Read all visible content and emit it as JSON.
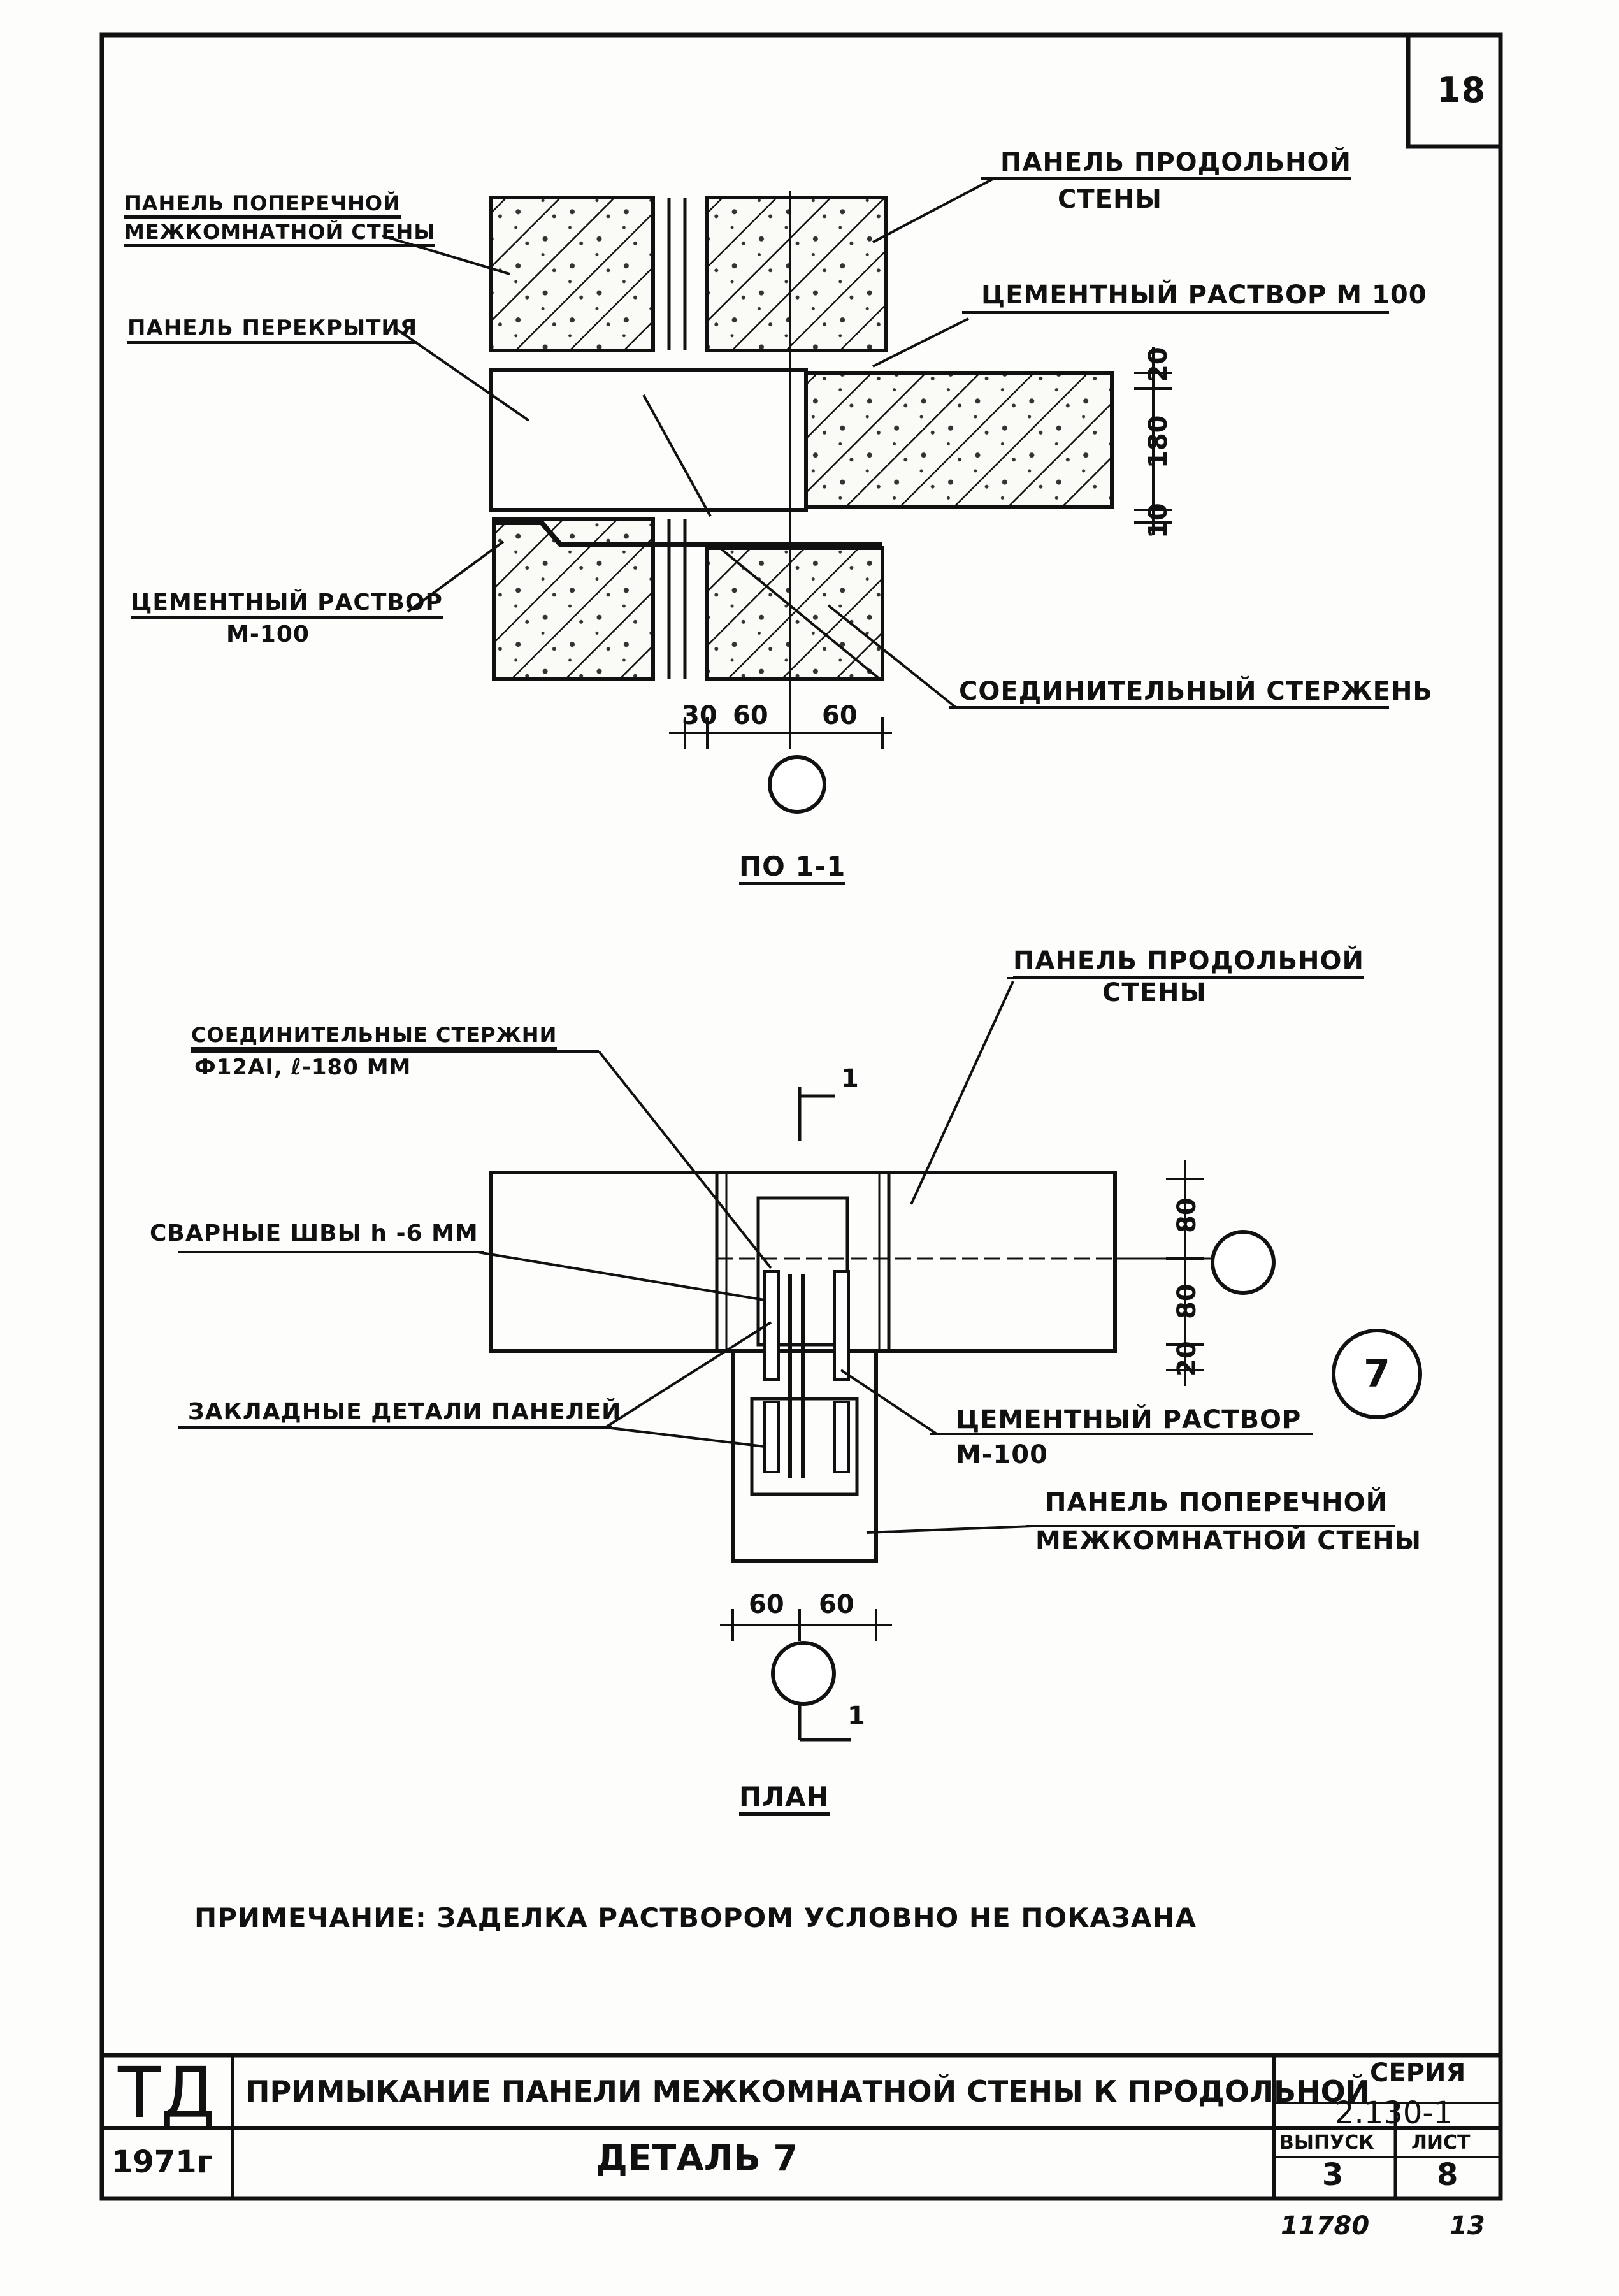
{
  "sheet_number": "18",
  "section": {
    "label_transverse_panel": [
      "ПАНЕЛЬ ПОПЕРЕЧНОЙ",
      "МЕЖКОМНАТНОЙ СТЕНЫ"
    ],
    "label_longitudinal_panel": [
      "ПАНЕЛЬ ПРОДОЛЬНОЙ",
      "СТЕНЫ"
    ],
    "label_floor_panel": "ПАНЕЛЬ ПЕРЕКРЫТИЯ",
    "label_mortar_top": "ЦЕМЕНТНЫЙ РАСТВОР М 100",
    "label_mortar_left": [
      "ЦЕМЕНТНЫЙ РАСТВОР",
      "М-100"
    ],
    "label_connecting_rod": "СОЕДИНИТЕЛЬНЫЙ СТЕРЖЕНЬ",
    "dims_vertical": [
      "20",
      "180",
      "10"
    ],
    "dims_horizontal": [
      "30",
      "60",
      "60"
    ],
    "caption": "ПО 1-1"
  },
  "plan": {
    "label_longitudinal_panel": [
      "ПАНЕЛЬ ПРОДОЛЬНОЙ",
      "СТЕНЫ"
    ],
    "label_rods": [
      "СОЕДИНИТЕЛЬНЫЕ СТЕРЖНИ",
      "Ф12АI, ℓ-180 ММ"
    ],
    "label_welds": "СВАРНЫЕ ШВЫ h -6 ММ",
    "label_embedded": "ЗАКЛАДНЫЕ ДЕТАЛИ ПАНЕЛЕЙ",
    "label_mortar": [
      "ЦЕМЕНТНЫЙ РАСТВОР",
      "М-100"
    ],
    "label_transverse_panel": [
      "ПАНЕЛЬ ПОПЕРЕЧНОЙ",
      "МЕЖКОМНАТНОЙ СТЕНЫ"
    ],
    "dims_vertical": [
      "80",
      "80",
      "20"
    ],
    "dims_horizontal": [
      "60",
      "60"
    ],
    "section_mark_top": "1",
    "section_mark_bottom": "1",
    "detail_marker": "7",
    "caption": "ПЛАН"
  },
  "note": "ПРИМЕЧАНИЕ: ЗАДЕЛКА РАСТВОРОМ УСЛОВНО НЕ ПОКАЗАНА",
  "title_block": {
    "logo": "ТД",
    "title": "ПРИМЫКАНИЕ ПАНЕЛИ МЕЖКОМНАТНОЙ СТЕНЫ К ПРОДОЛЬНОЙ",
    "year": "1971г",
    "subtitle": "ДЕТАЛЬ 7",
    "series_label": "СЕРИЯ",
    "series_value": "2.130-1",
    "issue_label": "ВЫПУСК",
    "issue_value": "3",
    "sheet_label": "ЛИСТ",
    "sheet_value": "8"
  },
  "stamp": {
    "left": "11780",
    "right": "13"
  }
}
